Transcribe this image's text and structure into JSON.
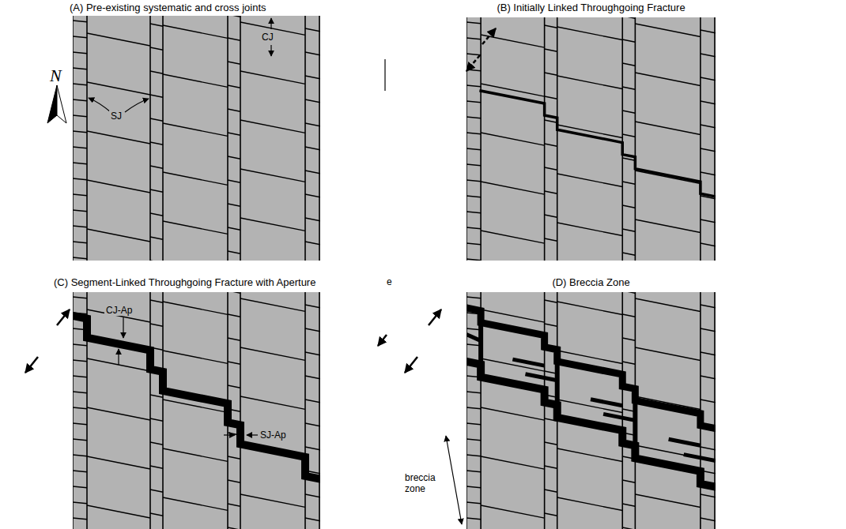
{
  "diagram": {
    "nodes": [
      {
        "text": [
          "(A) Pre-existing systematic and cross joints"
        ]
      },
      {
        "text": [
          "(B) Initially Linked Throughgoing Fracture"
        ]
      },
      {
        "text": [
          "(C) Segment-Linked Throughgoing Fracture with Aperture"
        ]
      },
      {
        "text": [
          "(D) Breccia Zone"
        ]
      }
    ],
    "labels": [
      "N",
      "SJ",
      "CJ",
      "CJ-Ap",
      "SJ-Ap",
      "e",
      "breccia zone"
    ]
  }
}
